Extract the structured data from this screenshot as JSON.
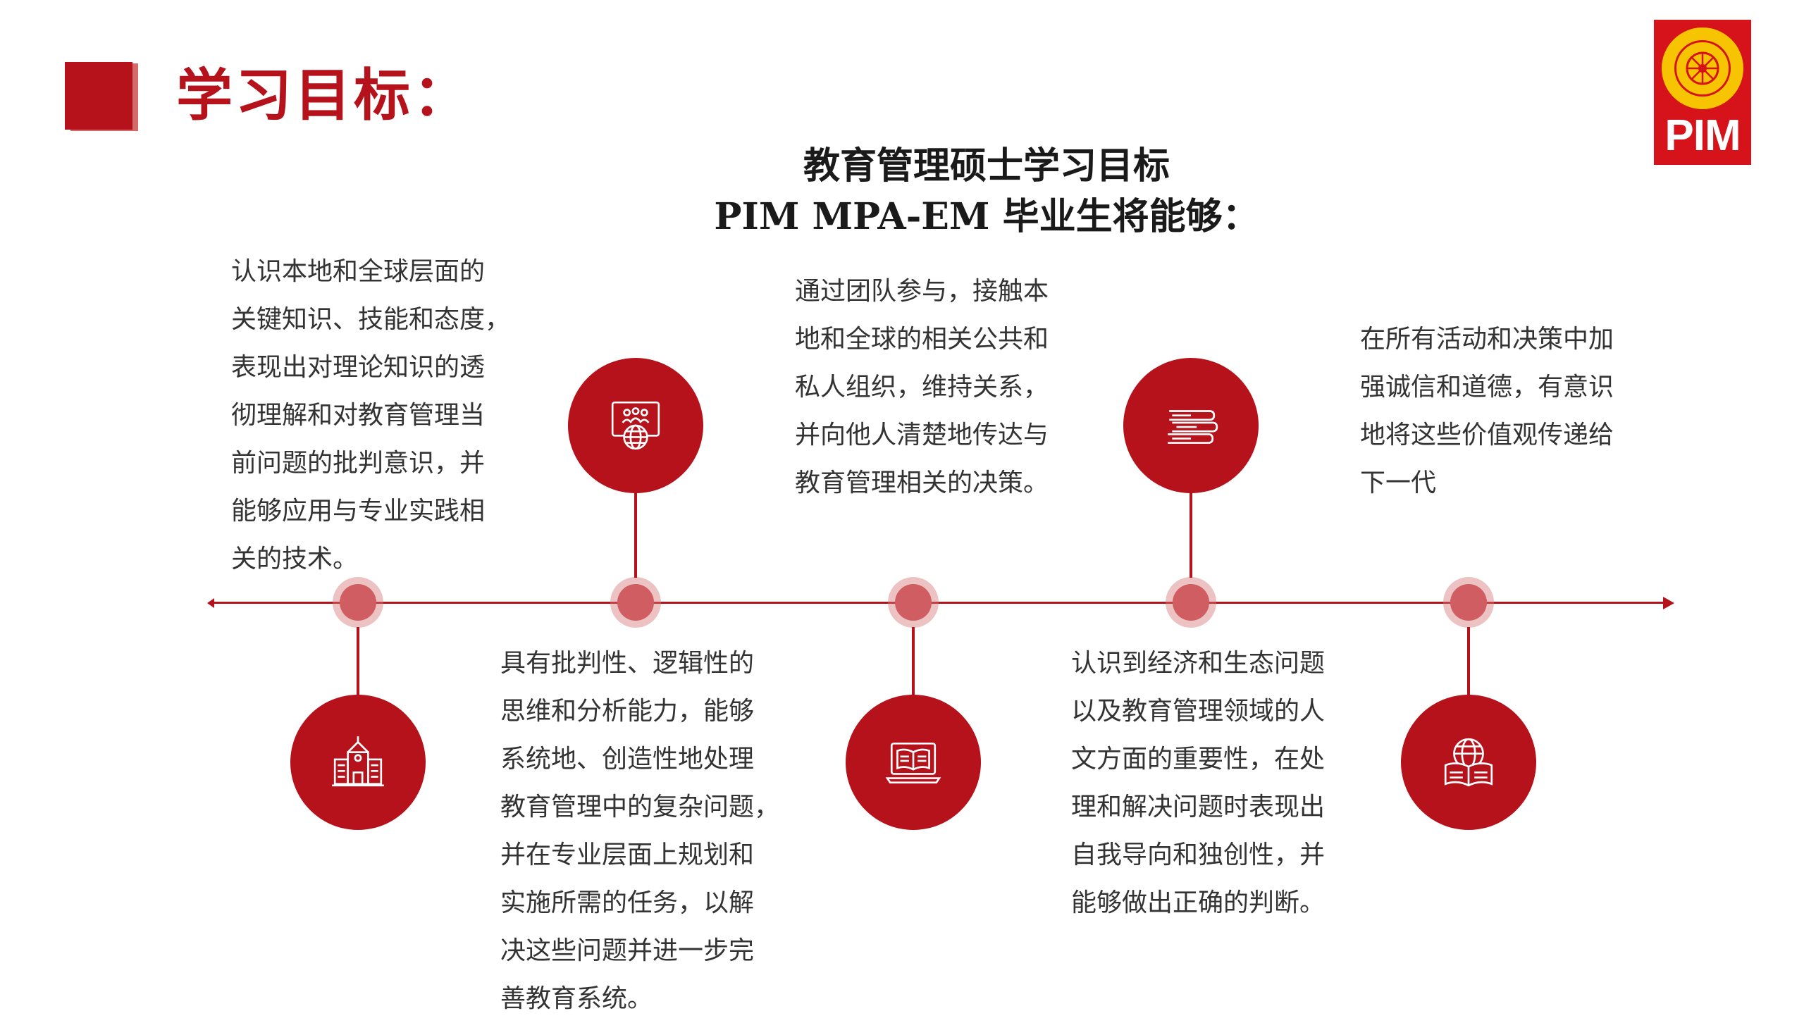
{
  "header": {
    "title": "学习目标："
  },
  "logo": {
    "text": "PIM"
  },
  "heading": {
    "line1": "教育管理硕士学习目标",
    "line2": "PIM MPA-EM 毕业生将能够："
  },
  "objectives": [
    {
      "icon": "school-building-icon",
      "text": "认识本地和全球层面的\n关键知识、技能和态度，\n表现出对理论知识的透\n彻理解和对教育管理当\n前问题的批判意识，并\n能够应用与专业实践相\n关的技术。"
    },
    {
      "icon": "global-learning-icon",
      "text": "具有批判性、逻辑性的\n思维和分析能力，能够\n系统地、创造性地处理\n教育管理中的复杂问题，\n并在专业层面上规划和\n实施所需的任务，以解\n决这些问题并进一步完\n善教育系统。"
    },
    {
      "icon": "laptop-book-icon",
      "text": "通过团队参与，接触本\n地和全球的相关公共和\n私人组织，维持关系，\n并向他人清楚地传达与\n教育管理相关的决策。"
    },
    {
      "icon": "book-stack-icon",
      "text": "认识到经济和生态问题\n以及教育管理领域的人\n文方面的重要性，在处\n理和解决问题时表现出\n自我导向和独创性，并\n能够做出正确的判断。"
    },
    {
      "icon": "globe-book-icon",
      "text": "在所有活动和决策中加\n强诚信和道德，有意识\n地将这些价值观传递给\n下一代"
    }
  ]
}
